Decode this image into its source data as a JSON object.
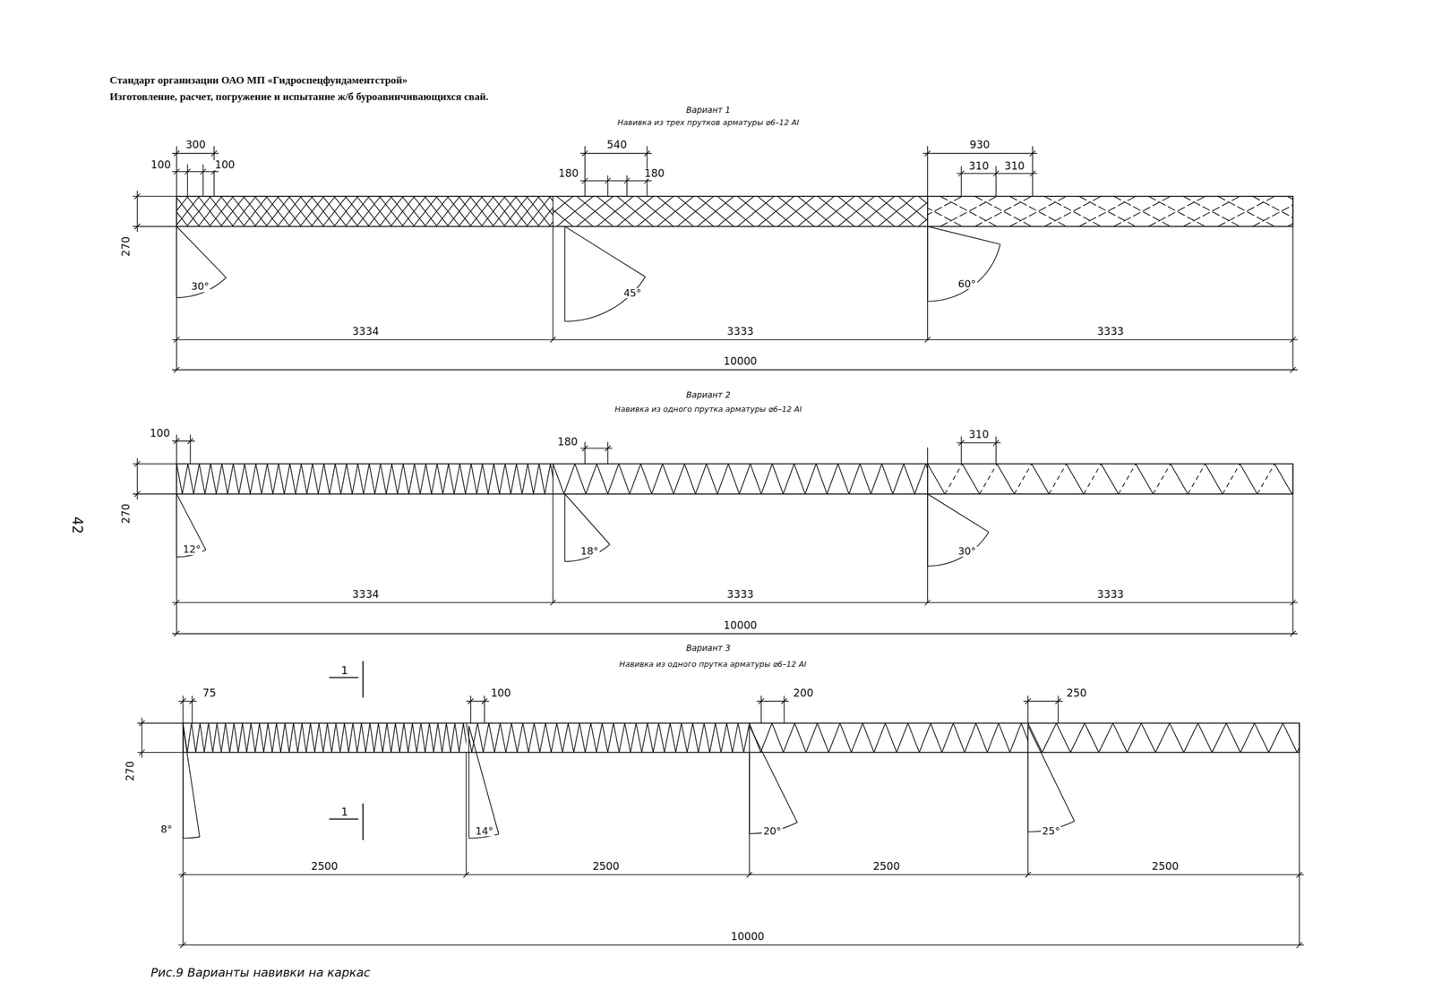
{
  "diagram": {
    "caption": "Рис.9 Варианты навивки на каркас",
    "labels": [
      "Стандарт организации ОАО МП «Гидроспецфундаментстрой»",
      "Изготовление, расчет, погружение и испытание ж/б буроавинчивающихся свай.",
      "42",
      "Вариант 1",
      "Навивка из трех прутков арматуры ⌀6–12 AI",
      "300",
      "100",
      "100",
      "540",
      "180",
      "180",
      "930",
      "310",
      "310",
      "270",
      "30°",
      "45°",
      "60°",
      "3334",
      "3333",
      "3333",
      "10000",
      "Вариант 2",
      "Навивка из одного прутка арматуры ⌀6–12 AI",
      "100",
      "180",
      "310",
      "270",
      "12°",
      "18°",
      "30°",
      "3334",
      "3333",
      "3333",
      "10000",
      "Вариант 3",
      "Навивка из одного прутка арматуры ⌀6–12 AI",
      "1",
      "1",
      "75",
      "100",
      "200",
      "250",
      "270",
      "8°",
      "14°",
      "20°",
      "25°",
      "2500",
      "2500",
      "2500",
      "2500",
      "10000"
    ]
  }
}
